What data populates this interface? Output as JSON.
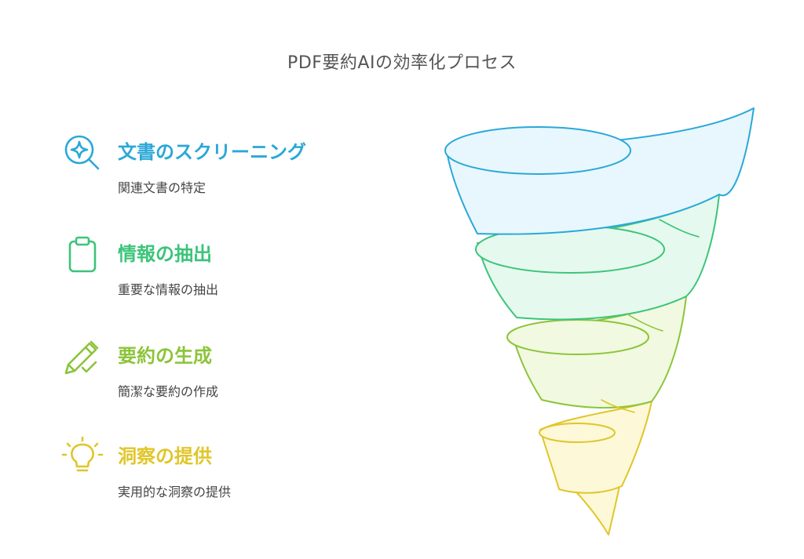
{
  "title": "PDF要約AIの効率化プロセス",
  "steps": [
    {
      "icon": "magnifier-sparkle-icon",
      "title": "文書のスクリーニング",
      "description": "関連文書の特定",
      "color": "#2aa8d8",
      "fill": "#e8f7fd"
    },
    {
      "icon": "clipboard-icon",
      "title": "情報の抽出",
      "description": "重要な情報の抽出",
      "color": "#3cc47a",
      "fill": "#e6f9ee"
    },
    {
      "icon": "pencil-check-icon",
      "title": "要約の生成",
      "description": "簡潔な要約の作成",
      "color": "#8cc43a",
      "fill": "#f1f9e0"
    },
    {
      "icon": "lightbulb-icon",
      "title": "洞察の提供",
      "description": "実用的な洞察の提供",
      "color": "#e0c62a",
      "fill": "#fdf8d8"
    }
  ]
}
